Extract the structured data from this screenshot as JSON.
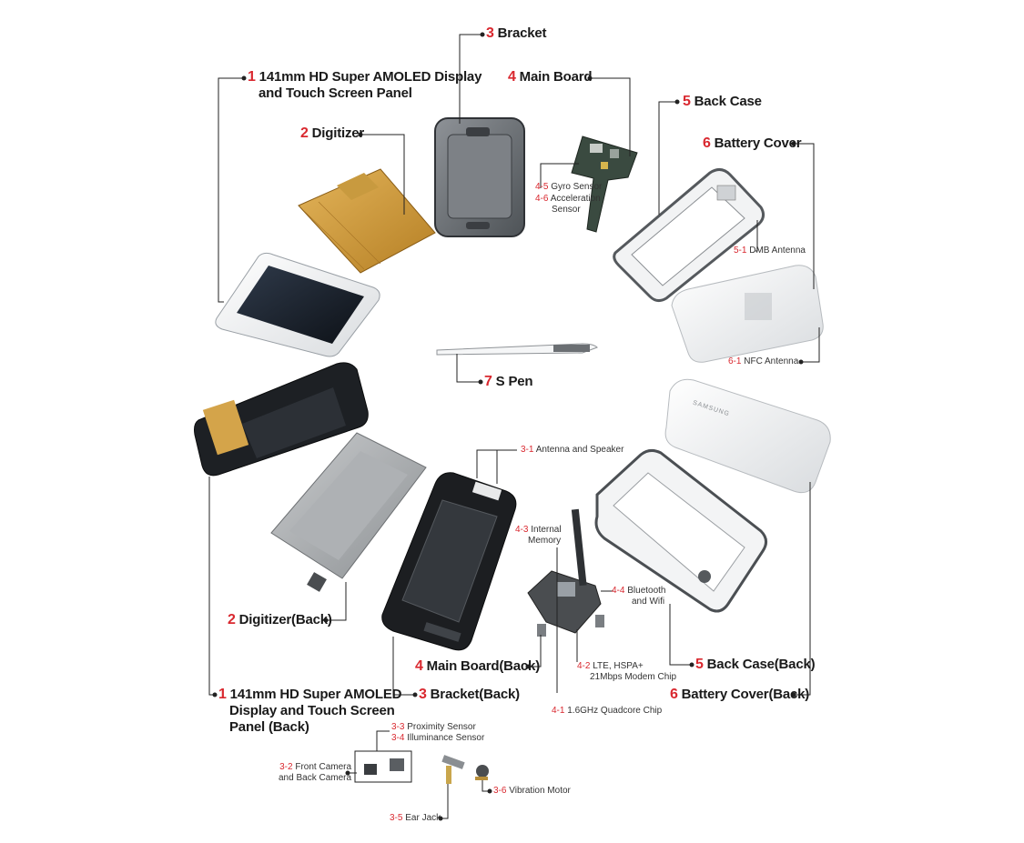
{
  "labels": {
    "display": {
      "num": "1",
      "line1": "141mm HD Super AMOLED Display",
      "line2": "and Touch Screen Panel"
    },
    "digitizer": {
      "num": "2",
      "text": "Digitizer"
    },
    "bracket": {
      "num": "3",
      "text": "Bracket"
    },
    "main_board": {
      "num": "4",
      "text": "Main Board"
    },
    "gyro": {
      "num": "4-5",
      "text": "Gyro Sensor"
    },
    "accel": {
      "num": "4-6",
      "line1": "Acceleration",
      "line2": "Sensor"
    },
    "back_case": {
      "num": "5",
      "text": "Back Case"
    },
    "battery_cover": {
      "num": "6",
      "text": "Battery Cover"
    },
    "dmb": {
      "num": "5-1",
      "text": "DMB Antenna"
    },
    "nfc": {
      "num": "6-1",
      "text": "NFC Antenna"
    },
    "s_pen": {
      "num": "7",
      "text": "S Pen"
    },
    "antenna_speaker": {
      "num": "3-1",
      "text": "Antenna and Speaker"
    },
    "internal_memory": {
      "num": "4-3",
      "line1": "Internal",
      "line2": "Memory"
    },
    "bluetooth": {
      "num": "4-4",
      "line1": "Bluetooth",
      "line2": "and Wifi"
    },
    "digitizer_back": {
      "num": "2",
      "text": "Digitizer(Back)"
    },
    "main_board_back": {
      "num": "4",
      "text": "Main Board(Back)"
    },
    "lte": {
      "num": "4-2",
      "line1": "LTE, HSPA+",
      "line2": "21Mbps Modem Chip"
    },
    "back_case_back": {
      "num": "5",
      "text": "Back Case(Back)"
    },
    "display_back": {
      "num": "1",
      "line1": "141mm HD Super AMOLED",
      "line2": "Display and Touch Screen",
      "line3": "Panel (Back)"
    },
    "bracket_back": {
      "num": "3",
      "text": "Bracket(Back)"
    },
    "battery_cover_back": {
      "num": "6",
      "text": "Battery Cover(Back)"
    },
    "quadcore": {
      "num": "4-1",
      "text": "1.6GHz Quadcore Chip"
    },
    "proximity": {
      "num": "3-3",
      "text": "Proximity Sensor"
    },
    "illuminance": {
      "num": "3-4",
      "text": "Illuminance Sensor"
    },
    "camera": {
      "num": "3-2",
      "line1": "Front Camera",
      "line2": "and Back Camera"
    },
    "vibration": {
      "num": "3-6",
      "text": "Vibration Motor"
    },
    "ear_jack": {
      "num": "3-5",
      "text": "Ear Jack"
    }
  },
  "brand_text": "SAMSUNG",
  "colors": {
    "accent": "#d9282f",
    "line": "#222222"
  }
}
